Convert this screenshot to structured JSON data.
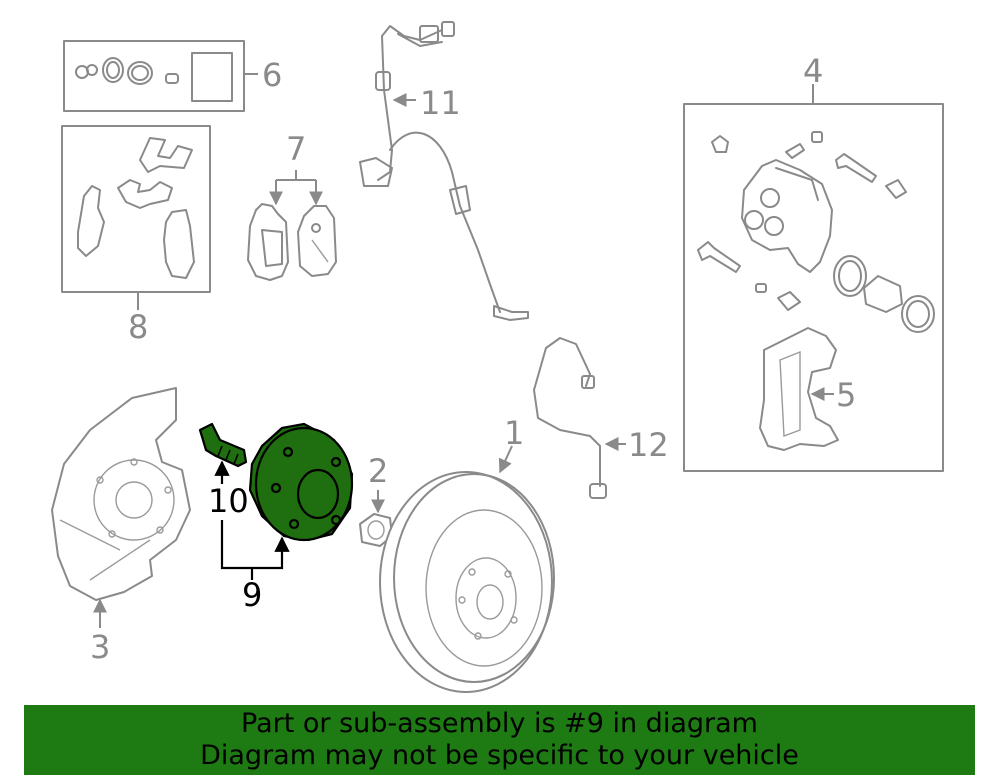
{
  "diagram": {
    "callouts": {
      "c1": "1",
      "c2": "2",
      "c3": "3",
      "c4": "4",
      "c5": "5",
      "c6": "6",
      "c7": "7",
      "c8": "8",
      "c9": "9",
      "c10": "10",
      "c11": "11",
      "c12": "12"
    },
    "highlighted_part": "9",
    "colors": {
      "highlight": "#1f6e0f",
      "line": "#8a8a8a",
      "banner": "#1e7a12"
    }
  },
  "banner": {
    "line1": "Part or sub-assembly is #9 in diagram",
    "line2": "Diagram may not be specific to your vehicle"
  }
}
